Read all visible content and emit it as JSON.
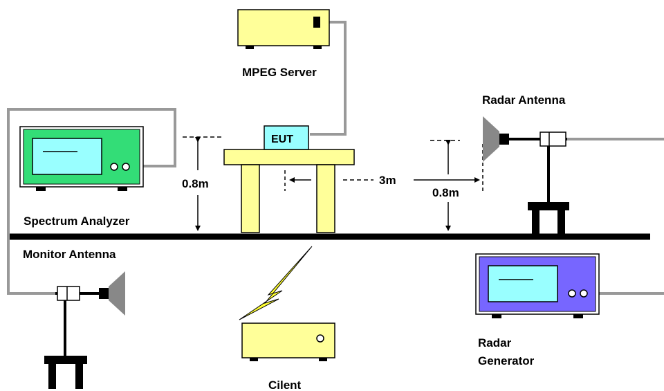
{
  "colors": {
    "device_yellow": "#ffff99",
    "analyzer_green": "#33dd77",
    "screen_cyan": "#99ffff",
    "generator_blue": "#7766ff",
    "cable_grey": "#999999",
    "antenna_grey": "#888888",
    "lightning": "#ffff33",
    "black": "#000000"
  },
  "labels": {
    "mpeg_server": "MPEG Server",
    "eut": "EUT",
    "spectrum_analyzer": "Spectrum Analyzer",
    "monitor_antenna": "Monitor Antenna",
    "radar_antenna": "Radar Antenna",
    "radar_generator_line1": "Radar",
    "radar_generator_line2": "Generator",
    "client": "Cilent",
    "height_left": "0.8m",
    "height_right": "0.8m",
    "distance": "3m"
  },
  "icons": {
    "horn_antenna": "horn-antenna-icon",
    "wireless_link": "lightning-bolt-icon"
  }
}
